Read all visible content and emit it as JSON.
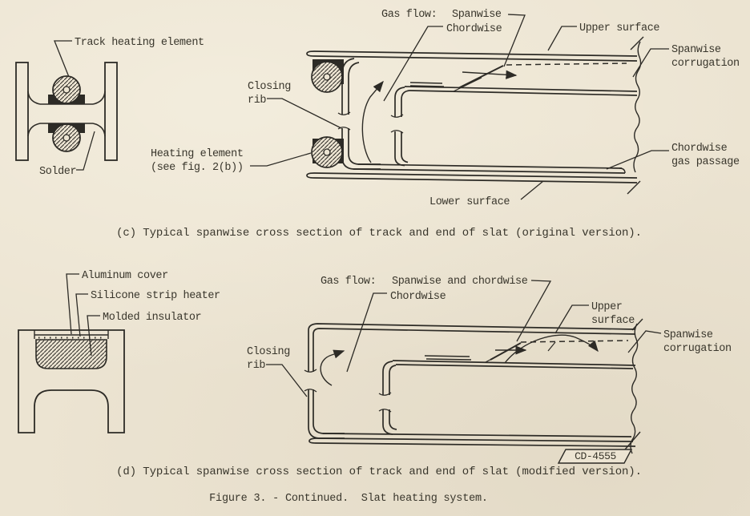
{
  "colors": {
    "paper": "#ece4d2",
    "ink": "#2d2b26"
  },
  "captions": {
    "c": "(c) Typical spanwise cross section of track and end of slat (original version).",
    "d": "(d) Typical spanwise cross section of track and end of slat (modified version).",
    "figure": "Figure 3. - Continued.  Slat heating system.",
    "stamp": "CD-4555"
  },
  "c_track": {
    "track_heating_element": "Track heating element",
    "solder": "Solder"
  },
  "c_slat": {
    "gas_flow": "Gas flow:",
    "spanwise": "Spanwise",
    "chordwise": "Chordwise",
    "closing_1": "Closing",
    "closing_2": "rib",
    "heating_1": "Heating element",
    "heating_2": "(see fig. 2(b))",
    "upper_surface": "Upper surface",
    "corrugation_1": "Spanwise",
    "corrugation_2": "corrugation",
    "passage_1": "Chordwise",
    "passage_2": "gas passage",
    "lower_surface": "Lower surface"
  },
  "d_track": {
    "aluminum_cover": "Aluminum cover",
    "silicone_strip_heater": "Silicone strip heater",
    "molded_insulator": "Molded insulator"
  },
  "d_slat": {
    "gas_flow": "Gas flow:",
    "flow_types": "Spanwise and chordwise",
    "chordwise": "Chordwise",
    "closing_1": "Closing",
    "closing_2": "rib",
    "upper_1": "Upper",
    "upper_2": "surface",
    "corrugation_1": "Spanwise",
    "corrugation_2": "corrugation"
  }
}
